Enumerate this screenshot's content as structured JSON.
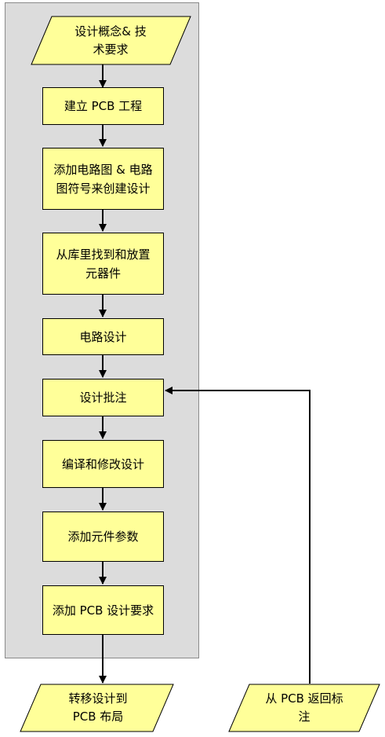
{
  "colors": {
    "box_fill": "#ffff99",
    "panel_fill": "#dcdcdc",
    "line": "#000000"
  },
  "start": {
    "label": "设计概念& 技\n术要求"
  },
  "steps": [
    {
      "label": "建立 PCB 工程"
    },
    {
      "label": "添加电路图 & 电路\n图符号来创建设计"
    },
    {
      "label": "从库里找到和放置\n元器件"
    },
    {
      "label": "电路设计"
    },
    {
      "label": "设计批注"
    },
    {
      "label": "编译和修改设计"
    },
    {
      "label": "添加元件参数"
    },
    {
      "label": "添加 PCB 设计要求"
    }
  ],
  "end": {
    "label": "转移设计到\nPCB 布局"
  },
  "feedback": {
    "label": "从 PCB 返回标\n注"
  }
}
